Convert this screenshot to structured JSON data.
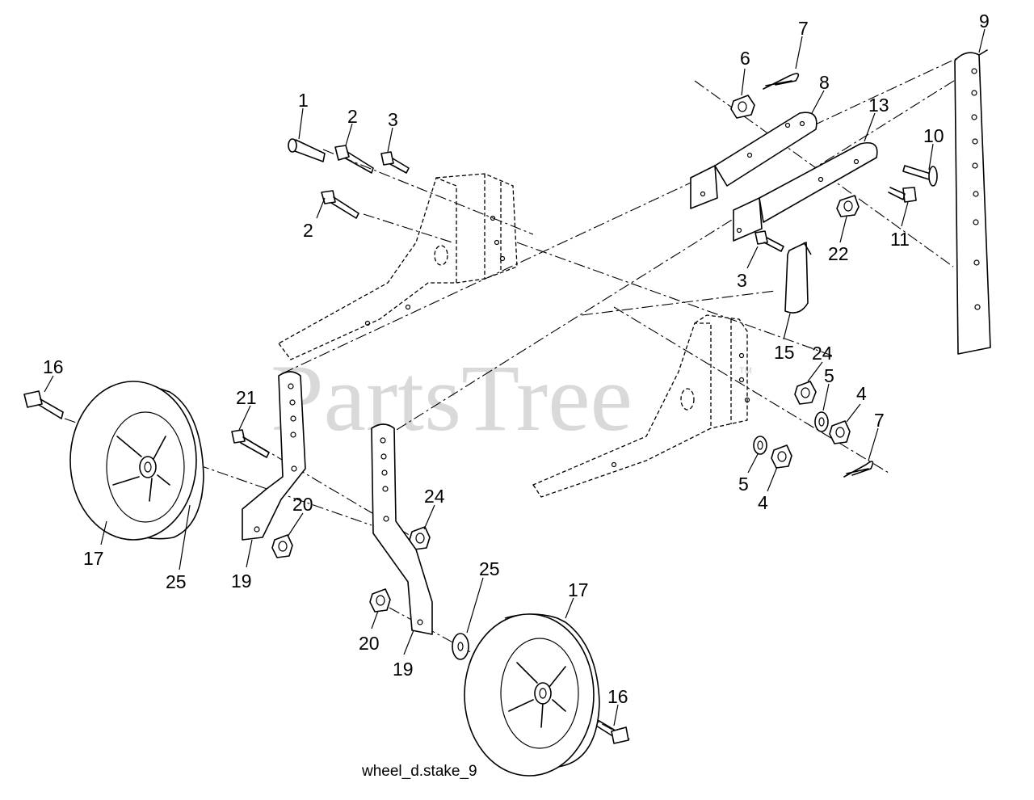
{
  "watermark": "PartsTree",
  "watermark_tm": "TM",
  "caption": "wheel_d.stake_9",
  "callouts": [
    {
      "id": "c1",
      "text": "1"
    },
    {
      "id": "c2a",
      "text": "2"
    },
    {
      "id": "c2b",
      "text": "2"
    },
    {
      "id": "c3a",
      "text": "3"
    },
    {
      "id": "c3b",
      "text": "3"
    },
    {
      "id": "c4a",
      "text": "4"
    },
    {
      "id": "c4b",
      "text": "4"
    },
    {
      "id": "c5a",
      "text": "5"
    },
    {
      "id": "c5b",
      "text": "5"
    },
    {
      "id": "c6",
      "text": "6"
    },
    {
      "id": "c7a",
      "text": "7"
    },
    {
      "id": "c7b",
      "text": "7"
    },
    {
      "id": "c8",
      "text": "8"
    },
    {
      "id": "c9",
      "text": "9"
    },
    {
      "id": "c10",
      "text": "10"
    },
    {
      "id": "c11",
      "text": "11"
    },
    {
      "id": "c13",
      "text": "13"
    },
    {
      "id": "c15",
      "text": "15"
    },
    {
      "id": "c16a",
      "text": "16"
    },
    {
      "id": "c16b",
      "text": "16"
    },
    {
      "id": "c17a",
      "text": "17"
    },
    {
      "id": "c17b",
      "text": "17"
    },
    {
      "id": "c19a",
      "text": "19"
    },
    {
      "id": "c19b",
      "text": "19"
    },
    {
      "id": "c20a",
      "text": "20"
    },
    {
      "id": "c20b",
      "text": "20"
    },
    {
      "id": "c21",
      "text": "21"
    },
    {
      "id": "c22",
      "text": "22"
    },
    {
      "id": "c24a",
      "text": "24"
    },
    {
      "id": "c24b",
      "text": "24"
    },
    {
      "id": "c25a",
      "text": "25"
    },
    {
      "id": "c25b",
      "text": "25"
    }
  ]
}
